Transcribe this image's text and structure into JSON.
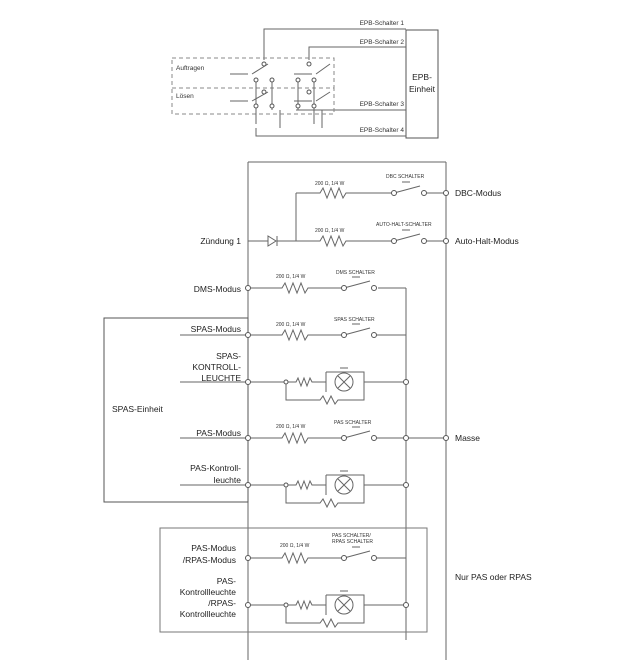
{
  "top": {
    "switches": [
      "EPB-Schalter 1",
      "EPB-Schalter 2",
      "EPB-Schalter 3",
      "EPB-Schalter 4"
    ],
    "apply": "Auftragen",
    "release": "Lösen",
    "unit": [
      "EPB-",
      "Einheit"
    ]
  },
  "main": {
    "resistor": "200 Ω, 1/4 W",
    "dbc_switch": "DBC SCHALTER",
    "dbc_mode": "DBC-Modus",
    "autohold_switch": "AUTO-HALT-SCHALTER",
    "autohold_mode": "Auto-Halt-Modus",
    "ignition": "Zündung 1",
    "dms_mode": "DMS-Modus",
    "dms_switch": "DMS SCHALTER",
    "spas_unit": "SPAS-Einheit",
    "spas_mode": "SPAS-Modus",
    "spas_switch": "SPAS SCHALTER",
    "spas_lamp": [
      "SPAS-",
      "KONTROLL-",
      "LEUCHTE"
    ],
    "pas_mode": "PAS-Modus",
    "pas_switch": "PAS SCHALTER",
    "ground": "Masse",
    "pas_lamp": [
      "PAS-Kontroll-",
      "leuchte"
    ],
    "rpas_mode": [
      "PAS-Modus",
      "/RPAS-Modus"
    ],
    "rpas_switch": [
      "PAS SCHALTER/",
      "RPAS SCHALTER"
    ],
    "rpas_lamp": [
      "PAS-",
      "Kontrollleuchte",
      "/RPAS-",
      "Kontrollleuchte"
    ],
    "note": "Nur PAS oder RPAS"
  }
}
